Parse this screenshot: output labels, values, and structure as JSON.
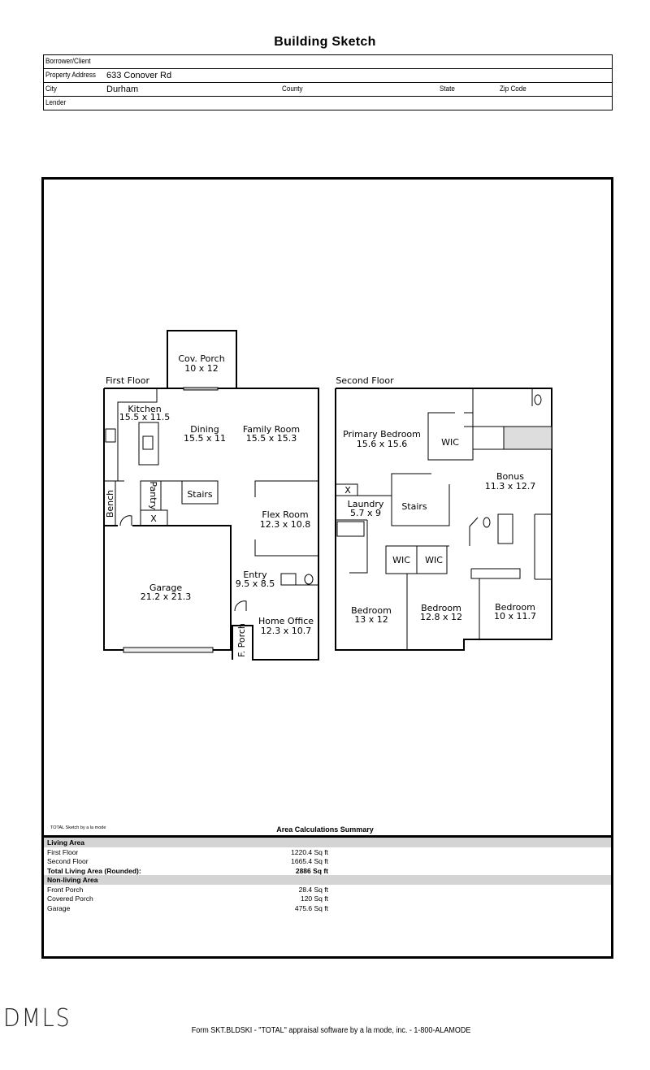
{
  "title": "Building Sketch",
  "header": {
    "borrower_label": "Borrower/Client",
    "borrower_value": "",
    "address_label": "Property Address",
    "address_value": "633 Conover Rd",
    "city_label": "City",
    "city_value": "Durham",
    "county_label": "County",
    "state_label": "State",
    "zip_label": "Zip Code",
    "lender_label": "Lender"
  },
  "first_floor": {
    "label": "First Floor",
    "rooms": [
      {
        "name": "Cov. Porch",
        "dims": "10 x 12"
      },
      {
        "name": "Kitchen",
        "dims": "15.5 x 11.5"
      },
      {
        "name": "Dining",
        "dims": "15.5 x 11"
      },
      {
        "name": "Family Room",
        "dims": "15.5 x 15.3"
      },
      {
        "name": "Stairs"
      },
      {
        "name": "Pantry"
      },
      {
        "name": "Bench"
      },
      {
        "name": "X"
      },
      {
        "name": "Flex Room",
        "dims": "12.3 x 10.8"
      },
      {
        "name": "Entry",
        "dims": "9.5 x 8.5"
      },
      {
        "name": "Garage",
        "dims": "21.2 x 21.3"
      },
      {
        "name": "F. Porch"
      },
      {
        "name": "Home Office",
        "dims": "12.3 x 10.7"
      }
    ]
  },
  "second_floor": {
    "label": "Second Floor",
    "rooms": [
      {
        "name": "Primary Bedroom",
        "dims": "15.6 x 15.6"
      },
      {
        "name": "WIC"
      },
      {
        "name": "Bonus",
        "dims": "11.3 x 12.7"
      },
      {
        "name": "X"
      },
      {
        "name": "Laundry",
        "dims": "5.7 x 9"
      },
      {
        "name": "Stairs"
      },
      {
        "name": "WIC"
      },
      {
        "name": "WIC"
      },
      {
        "name": "Bedroom",
        "dims": "13 x 12"
      },
      {
        "name": "Bedroom",
        "dims": "12.8 x 12"
      },
      {
        "name": "Bedroom",
        "dims": "10 x 11.7"
      }
    ]
  },
  "credit": "TOTAL Sketch by a la mode",
  "summary": {
    "title": "Area Calculations Summary",
    "living_header": "Living Area",
    "living": [
      {
        "name": "First Floor",
        "value": "1220.4 Sq ft"
      },
      {
        "name": "Second Floor",
        "value": "1665.4 Sq ft"
      }
    ],
    "total_label": "Total Living Area (Rounded):",
    "total_value": "2886 Sq ft",
    "nonliving_header": "Non-living Area",
    "nonliving": [
      {
        "name": "Front Porch",
        "value": "28.4 Sq ft"
      },
      {
        "name": "Covered Porch",
        "value": "120 Sq ft"
      },
      {
        "name": "Garage",
        "value": "475.6 Sq ft"
      }
    ]
  },
  "footer": "Form SKT.BLDSKI - \"TOTAL\" appraisal software by a la mode, inc. - 1-800-ALAMODE",
  "logo": "DMLS"
}
